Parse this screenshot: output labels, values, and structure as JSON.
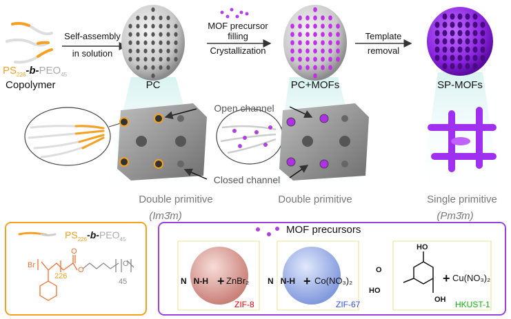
{
  "top": {
    "copolymer_ps": "PS",
    "copolymer_ps_sub": "226",
    "copolymer_b": "-b-",
    "copolymer_peo": "PEO",
    "copolymer_peo_sub": "45",
    "copolymer_label": "Copolymer",
    "step1_line1": "Self-assembly",
    "step1_line2": "in solution",
    "pc_label": "PC",
    "step2_line1": "MOF precursor",
    "step2_line2": "filling",
    "step2_line3": "Crystallization",
    "pcmof_label": "PC+MOFs",
    "step3_line1": "Template",
    "step3_line2": "removal",
    "spmof_label": "SP-MOFs"
  },
  "middle": {
    "open_channel": "Open channel",
    "closed_channel": "Closed channel",
    "left_structure": "Double primitive",
    "left_group": "(Im3̄m)",
    "center_structure": "Double primitive",
    "right_structure": "Single primitive",
    "right_group": "(Pm3̄m)"
  },
  "bottom_left": {
    "ps": "PS",
    "ps_sub": "226",
    "b": "-b-",
    "peo": "PEO",
    "peo_sub": "45",
    "br": "Br",
    "n_ps": "226",
    "o_carbonyl": "O",
    "o_ester": "O",
    "o_ether": "O",
    "n_peo": "45"
  },
  "bottom_right": {
    "title": "MOF precursors",
    "zif8_reagent": "ZnBr₂",
    "zif8_label": "ZIF-8",
    "zif67_reagent": "Co(NO₃)₂",
    "zif67_label": "ZIF-67",
    "hkust_reagent": "Cu(NO₃)₂",
    "hkust_label": "HKUST-1",
    "imidazole_n": "N",
    "imidazole_nh": "N-H",
    "plus": "+",
    "ho": "HO",
    "oh": "OH",
    "o": "O"
  },
  "colors": {
    "orange": "#f5a020",
    "purple": "#9a40e0",
    "grey_text": "#777777",
    "zif8": "#e00000",
    "zif67": "#3050e0",
    "hkust": "#10b010"
  }
}
